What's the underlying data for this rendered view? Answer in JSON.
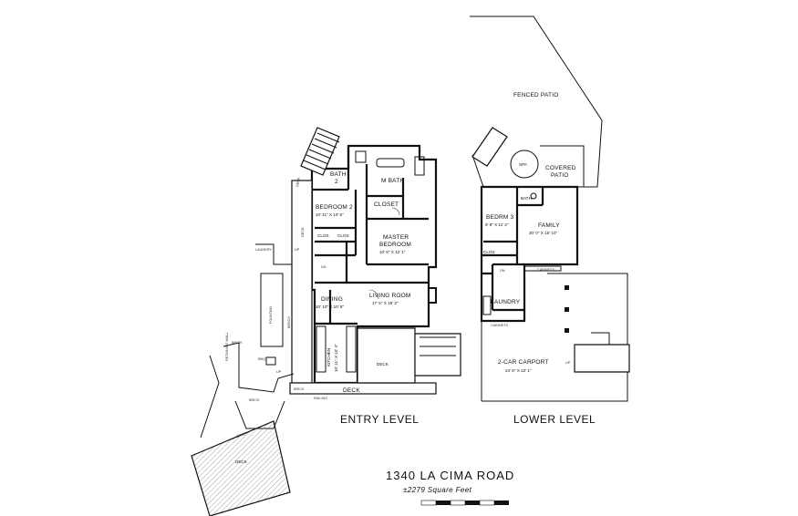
{
  "title": "1340 LA CIMA ROAD",
  "subtitle": "±2279 Square Feet",
  "entry_level": {
    "heading": "ENTRY LEVEL",
    "rooms": {
      "bath2": "BATH",
      "bath2_num": "2",
      "m_bath": "M BATH",
      "bedroom2": "BEDROOM 2",
      "bedroom2_dim": "10' 11\" X 10' 5\"",
      "closet": "CLOSET",
      "clos1": "CLOS",
      "clos2": "CLOS",
      "master": "MASTER",
      "bedroom": "BEDROOM",
      "master_dim": "10' 8\" X 12' 1\"",
      "dining": "DINING",
      "dining_dim": "10' 10\" X 10' 8\"",
      "living": "LIVING ROOM",
      "living_dim": "17' 5\" X 18' 2\"",
      "kitchen": "KITCHEN",
      "kitchen_dim": "10' 11\" X 10' 4\"",
      "deck_main": "DECK",
      "deck_bottom": "DECK",
      "deck_v": "DECK",
      "deck_v2": "DECK",
      "deck_lower": "DECK",
      "brick1": "BRICK",
      "brick2": "BRICK",
      "brick3": "BRICK",
      "brick4": "BRICK",
      "bbq": "BBQ",
      "bench": "BENCH",
      "fountain": "FOUNTAIN",
      "laundry_sm": "LAUNDRY",
      "retaining": "RETAINING WALL",
      "railing": "RAILING",
      "dn1": "DN",
      "up1": "UP",
      "up2": "UP"
    }
  },
  "lower_level": {
    "heading": "LOWER LEVEL",
    "rooms": {
      "fenced_patio": "FENCED PATIO",
      "spa": "SPA",
      "covered": "COVERED",
      "patio": "PATIO",
      "bath": "BATH",
      "bedrm3": "BEDRM 3",
      "bedrm3_dim": "9' 8\" X 11' 2\"",
      "family": "FAMILY",
      "family_dim": "20' 0\" X 15' 10\"",
      "clos": "CLOS",
      "laundry": "LAUNDRY",
      "carport": "2-CAR CARPORT",
      "carport_dim": "24' 6\" X 22' 1\"",
      "cabinets1": "CABINETS",
      "cabinets2": "CABINETS",
      "up": "UP",
      "dn": "DN"
    }
  }
}
